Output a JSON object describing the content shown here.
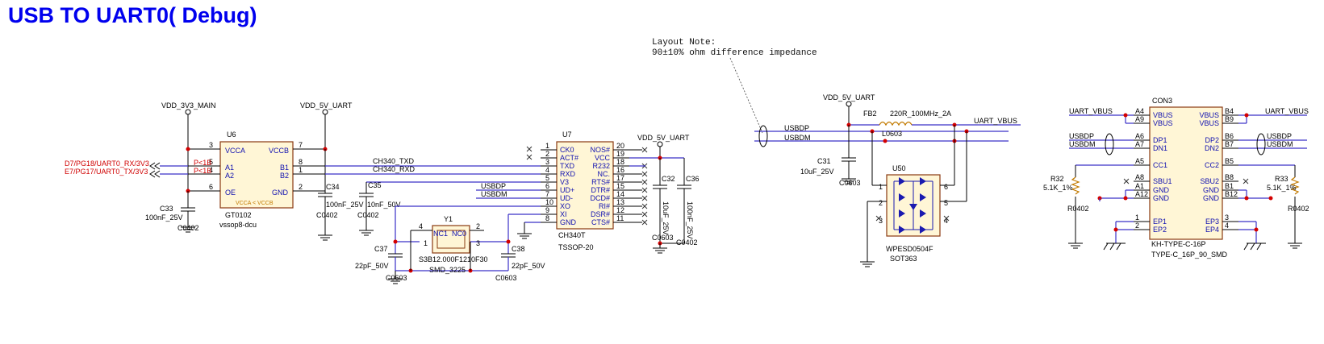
{
  "title": "USB TO UART0( Debug)",
  "layout_note": {
    "line1": "Layout Note:",
    "line2": "90±10% ohm difference impedance"
  },
  "nets": {
    "vdd_3v3_main": "VDD_3V3_MAIN",
    "vdd_5v_uart_a": "VDD_5V_UART",
    "vdd_5v_uart_b": "VDD_5V_UART",
    "vdd_5v_uart_c": "VDD_5V_UART",
    "rx": "D7/PG18/UART0_RX/3V3",
    "tx": "E7/PG17/UART0_TX/3V3",
    "ch340_txd": "CH340_TXD",
    "ch340_rxd": "CH340_RXD",
    "usbdp_1": "USBDP",
    "usbdm_1": "USBDM",
    "usbdp_2": "USBDP",
    "usbdm_2": "USBDM",
    "usbdp_3": "USBDP",
    "usbdm_3": "USBDM",
    "usbdp_4": "USBDP",
    "usbdm_4": "USBDM",
    "uart_vbus_1": "UART_VBUS",
    "uart_vbus_2": "UART_VBUS",
    "uart_vbus_3": "UART_VBUS"
  },
  "u6": {
    "ref": "U6",
    "part": "GT0102",
    "package": "vssop8-dcu",
    "inner": "VCCA < VCCB",
    "pins": [
      {
        "num": "3",
        "name": "VCCA"
      },
      {
        "num": "5",
        "name": "A1"
      },
      {
        "num": "4",
        "name": "A2"
      },
      {
        "num": "6",
        "name": "OE"
      },
      {
        "num": "7",
        "name": "VCCB"
      },
      {
        "num": "8",
        "name": "B1"
      },
      {
        "num": "1",
        "name": "B2"
      },
      {
        "num": "2",
        "name": "GND"
      }
    ],
    "port_labels": [
      "P<1B",
      "P<1B"
    ]
  },
  "u7": {
    "ref": "U7",
    "part": "CH340T",
    "package": "TSSOP-20",
    "left_pins": [
      {
        "num": "1",
        "name": "CK0"
      },
      {
        "num": "2",
        "name": "ACT#"
      },
      {
        "num": "3",
        "name": "TXD"
      },
      {
        "num": "4",
        "name": "RXD"
      },
      {
        "num": "5",
        "name": "V3"
      },
      {
        "num": "6",
        "name": "UD+"
      },
      {
        "num": "7",
        "name": "UD-"
      },
      {
        "num": "10",
        "name": "XO"
      },
      {
        "num": "9",
        "name": "XI"
      },
      {
        "num": "8",
        "name": "GND"
      }
    ],
    "right_pins": [
      {
        "num": "20",
        "name": "NOS#"
      },
      {
        "num": "19",
        "name": "VCC"
      },
      {
        "num": "18",
        "name": "R232"
      },
      {
        "num": "16",
        "name": "NC."
      },
      {
        "num": "17",
        "name": "RTS#"
      },
      {
        "num": "15",
        "name": "DTR#"
      },
      {
        "num": "14",
        "name": "DCD#"
      },
      {
        "num": "13",
        "name": "RI#"
      },
      {
        "num": "12",
        "name": "DSR#"
      },
      {
        "num": "11",
        "name": "CTS#"
      }
    ]
  },
  "y1": {
    "ref": "Y1",
    "part": "S3B12.000F1210F30",
    "package": "SMD_3225",
    "pins": [
      "4",
      "1",
      "2",
      "3"
    ],
    "nc1": "NC1",
    "nc0": "NC0"
  },
  "caps": {
    "c33": {
      "ref": "C33",
      "value": "100nF_25V",
      "pkg": "C0402"
    },
    "c34": {
      "ref": "C34",
      "value": "100nF_25V",
      "pkg": "C0402"
    },
    "c35": {
      "ref": "C35",
      "value": "10nF_50V",
      "pkg": "C0402"
    },
    "c37": {
      "ref": "C37",
      "value": "22pF_50V",
      "pkg": "C0603"
    },
    "c38": {
      "ref": "C38",
      "value": "22pF_50V",
      "pkg": "C0603"
    },
    "c32": {
      "ref": "C32",
      "value": "10uF_25V",
      "pkg": "C0603"
    },
    "c36": {
      "ref": "C36",
      "value": "100nF_25V",
      "pkg": "C0402"
    },
    "c31": {
      "ref": "C31",
      "value": "10uF_25V",
      "pkg": "C0603"
    }
  },
  "fb2": {
    "ref": "FB2",
    "value": "220R_100MHz_2A",
    "pkg": "L0603"
  },
  "u50": {
    "ref": "U50",
    "part": "WPESD0504F",
    "package": "SOT363",
    "pins": [
      "1",
      "2",
      "3",
      "6",
      "5",
      "4"
    ]
  },
  "con3": {
    "ref": "CON3",
    "part": "KH-TYPE-C-16P",
    "package": "TYPE-C_16P_90_SMD",
    "left_pins": [
      {
        "num": "A4",
        "name": "VBUS"
      },
      {
        "num": "A9",
        "name": "VBUS"
      },
      {
        "num": "A6",
        "name": "DP1"
      },
      {
        "num": "A7",
        "name": "DN1"
      },
      {
        "num": "A5",
        "name": "CC1"
      },
      {
        "num": "A8",
        "name": "SBU1"
      },
      {
        "num": "A1",
        "name": "GND"
      },
      {
        "num": "A12",
        "name": "GND"
      },
      {
        "num": "1",
        "name": "EP1"
      },
      {
        "num": "2",
        "name": "EP2"
      }
    ],
    "right_pins": [
      {
        "num": "B4",
        "name": "VBUS"
      },
      {
        "num": "B9",
        "name": "VBUS"
      },
      {
        "num": "B6",
        "name": "DP2"
      },
      {
        "num": "B7",
        "name": "DN2"
      },
      {
        "num": "B5",
        "name": "CC2"
      },
      {
        "num": "B8",
        "name": "SBU2"
      },
      {
        "num": "B1",
        "name": "GND"
      },
      {
        "num": "B12",
        "name": "GND"
      },
      {
        "num": "3",
        "name": "EP3"
      },
      {
        "num": "4",
        "name": "EP4"
      }
    ]
  },
  "res": {
    "r32": {
      "ref": "R32",
      "value": "5.1K_1%",
      "pkg": "R0402"
    },
    "r33": {
      "ref": "R33",
      "value": "5.1K_1%",
      "pkg": "R0402"
    }
  },
  "colors": {
    "title": "#0000ee",
    "wire": "#3a30c8",
    "junction": "#d40000",
    "body_fill": "#fff6d6",
    "pin_text": "#1010b0",
    "net_red": "#d00000"
  }
}
